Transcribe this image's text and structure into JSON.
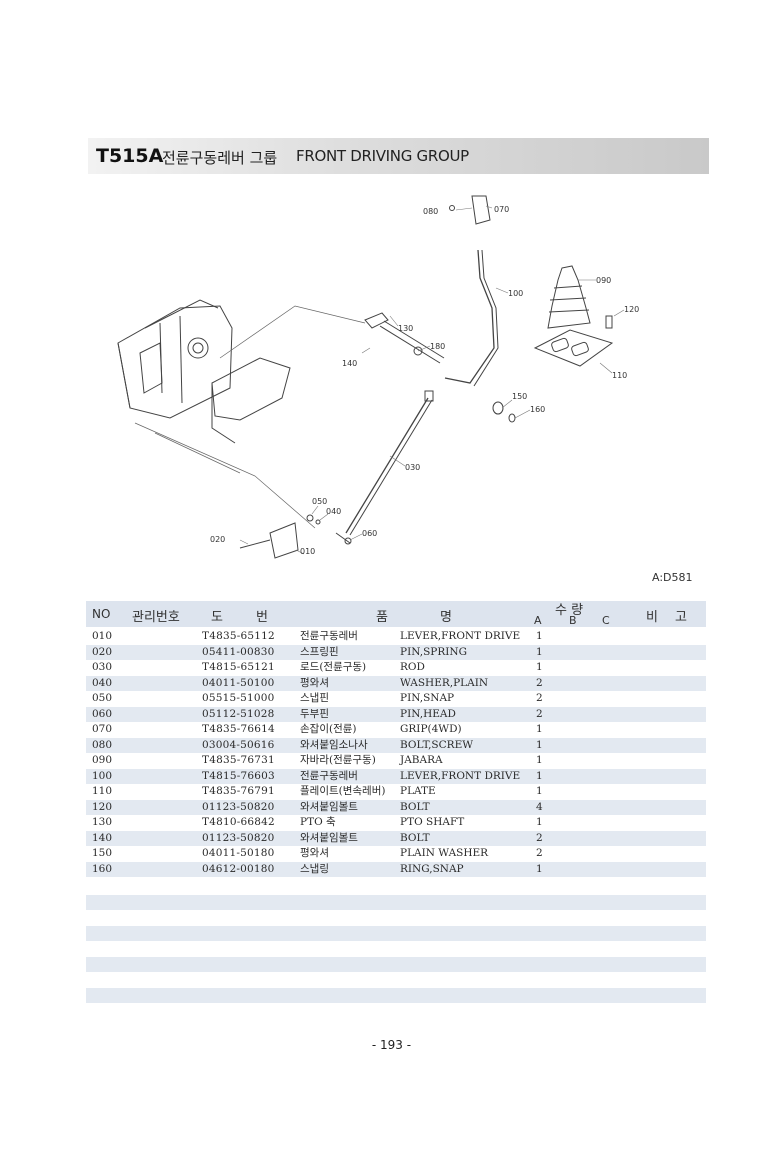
{
  "header": {
    "code": "T515A",
    "title_ko": "전륜구동레버 그룹",
    "title_en": "FRONT DRIVING GROUP"
  },
  "diagram": {
    "ref": "A:D581",
    "callouts": [
      "010",
      "020",
      "030",
      "040",
      "050",
      "060",
      "070",
      "080",
      "090",
      "100",
      "110",
      "120",
      "130",
      "140",
      "150",
      "160"
    ]
  },
  "table": {
    "headers": {
      "no": "NO",
      "mgmt": "관리번호",
      "drawing_1": "도",
      "drawing_2": "번",
      "name_1": "품",
      "name_2": "명",
      "qty": "수 량",
      "a": "A",
      "b": "B",
      "c": "C",
      "remark_1": "비",
      "remark_2": "고"
    },
    "rows": [
      {
        "no": "010",
        "part": "T4835-65112",
        "name_ko": "전륜구동레버",
        "name_en": "LEVER,FRONT DRIVE",
        "qty_a": "1"
      },
      {
        "no": "020",
        "part": "05411-00830",
        "name_ko": "스프링핀",
        "name_en": "PIN,SPRING",
        "qty_a": "1"
      },
      {
        "no": "030",
        "part": "T4815-65121",
        "name_ko": "로드(전륜구동)",
        "name_en": "ROD",
        "qty_a": "1"
      },
      {
        "no": "040",
        "part": "04011-50100",
        "name_ko": "평와셔",
        "name_en": "WASHER,PLAIN",
        "qty_a": "2"
      },
      {
        "no": "050",
        "part": "05515-51000",
        "name_ko": "스냅핀",
        "name_en": "PIN,SNAP",
        "qty_a": "2"
      },
      {
        "no": "060",
        "part": "05112-51028",
        "name_ko": "두부핀",
        "name_en": "PIN,HEAD",
        "qty_a": "2"
      },
      {
        "no": "070",
        "part": "T4835-76614",
        "name_ko": "손잡이(전륜)",
        "name_en": "GRIP(4WD)",
        "qty_a": "1"
      },
      {
        "no": "080",
        "part": "03004-50616",
        "name_ko": "와셔붙임소나사",
        "name_en": "BOLT,SCREW",
        "qty_a": "1"
      },
      {
        "no": "090",
        "part": "T4835-76731",
        "name_ko": "자바라(전륜구동)",
        "name_en": "JABARA",
        "qty_a": "1"
      },
      {
        "no": "100",
        "part": "T4815-76603",
        "name_ko": "전륜구동레버",
        "name_en": "LEVER,FRONT DRIVE",
        "qty_a": "1"
      },
      {
        "no": "110",
        "part": "T4835-76791",
        "name_ko": "플레이트(변속레버)",
        "name_en": "PLATE",
        "qty_a": "1"
      },
      {
        "no": "120",
        "part": "01123-50820",
        "name_ko": "와셔붙임볼트",
        "name_en": "BOLT",
        "qty_a": "4"
      },
      {
        "no": "130",
        "part": "T4810-66842",
        "name_ko": "PTO 축",
        "name_en": "PTO SHAFT",
        "qty_a": "1"
      },
      {
        "no": "140",
        "part": "01123-50820",
        "name_ko": "와셔붙임볼트",
        "name_en": "BOLT",
        "qty_a": "2"
      },
      {
        "no": "150",
        "part": "04011-50180",
        "name_ko": "평와셔",
        "name_en": "PLAIN WASHER",
        "qty_a": "2"
      },
      {
        "no": "160",
        "part": "04612-00180",
        "name_ko": "스냅링",
        "name_en": "RING,SNAP",
        "qty_a": "1"
      }
    ]
  },
  "footer": {
    "page": "- 193 -"
  }
}
